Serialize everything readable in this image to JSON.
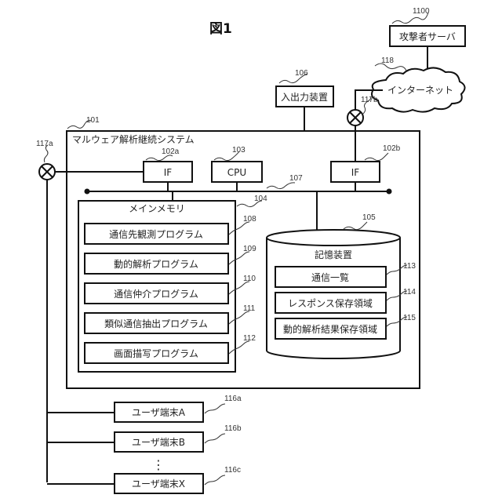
{
  "figure_title": "図1",
  "attacker_server": {
    "label": "攻撃者サーバ",
    "ref": "1100"
  },
  "internet": {
    "label": "インターネット",
    "ref": "118"
  },
  "io_device": {
    "label": "入出力装置",
    "ref": "106"
  },
  "switch_b": {
    "ref": "117b"
  },
  "switch_a": {
    "ref": "117a"
  },
  "system": {
    "label": "マルウェア解析継続システム",
    "ref": "101"
  },
  "if_a": {
    "label": "IF",
    "ref": "102a"
  },
  "cpu": {
    "label": "CPU",
    "ref": "103"
  },
  "if_b": {
    "label": "IF",
    "ref": "102b"
  },
  "bus": {
    "ref": "107"
  },
  "main_memory": {
    "label": "メインメモリ",
    "ref": "104",
    "programs": [
      {
        "label": "通信先観測プログラム",
        "ref": "108"
      },
      {
        "label": "動的解析プログラム",
        "ref": "109"
      },
      {
        "label": "通信仲介プログラム",
        "ref": "110"
      },
      {
        "label": "類似通信抽出プログラム",
        "ref": "111"
      },
      {
        "label": "画面描写プログラム",
        "ref": "112"
      }
    ]
  },
  "storage": {
    "label": "記憶装置",
    "ref": "105",
    "areas": [
      {
        "label": "通信一覧",
        "ref": "113"
      },
      {
        "label": "レスポンス保存領域",
        "ref": "114"
      },
      {
        "label": "動的解析結果保存領域",
        "ref": "115"
      }
    ]
  },
  "user_terminals": [
    {
      "label": "ユーザ端末A",
      "ref": "116a"
    },
    {
      "label": "ユーザ端末B",
      "ref": "116b"
    },
    {
      "label": "ユーザ端末X",
      "ref": "116c"
    }
  ],
  "ellipsis": "⋮"
}
